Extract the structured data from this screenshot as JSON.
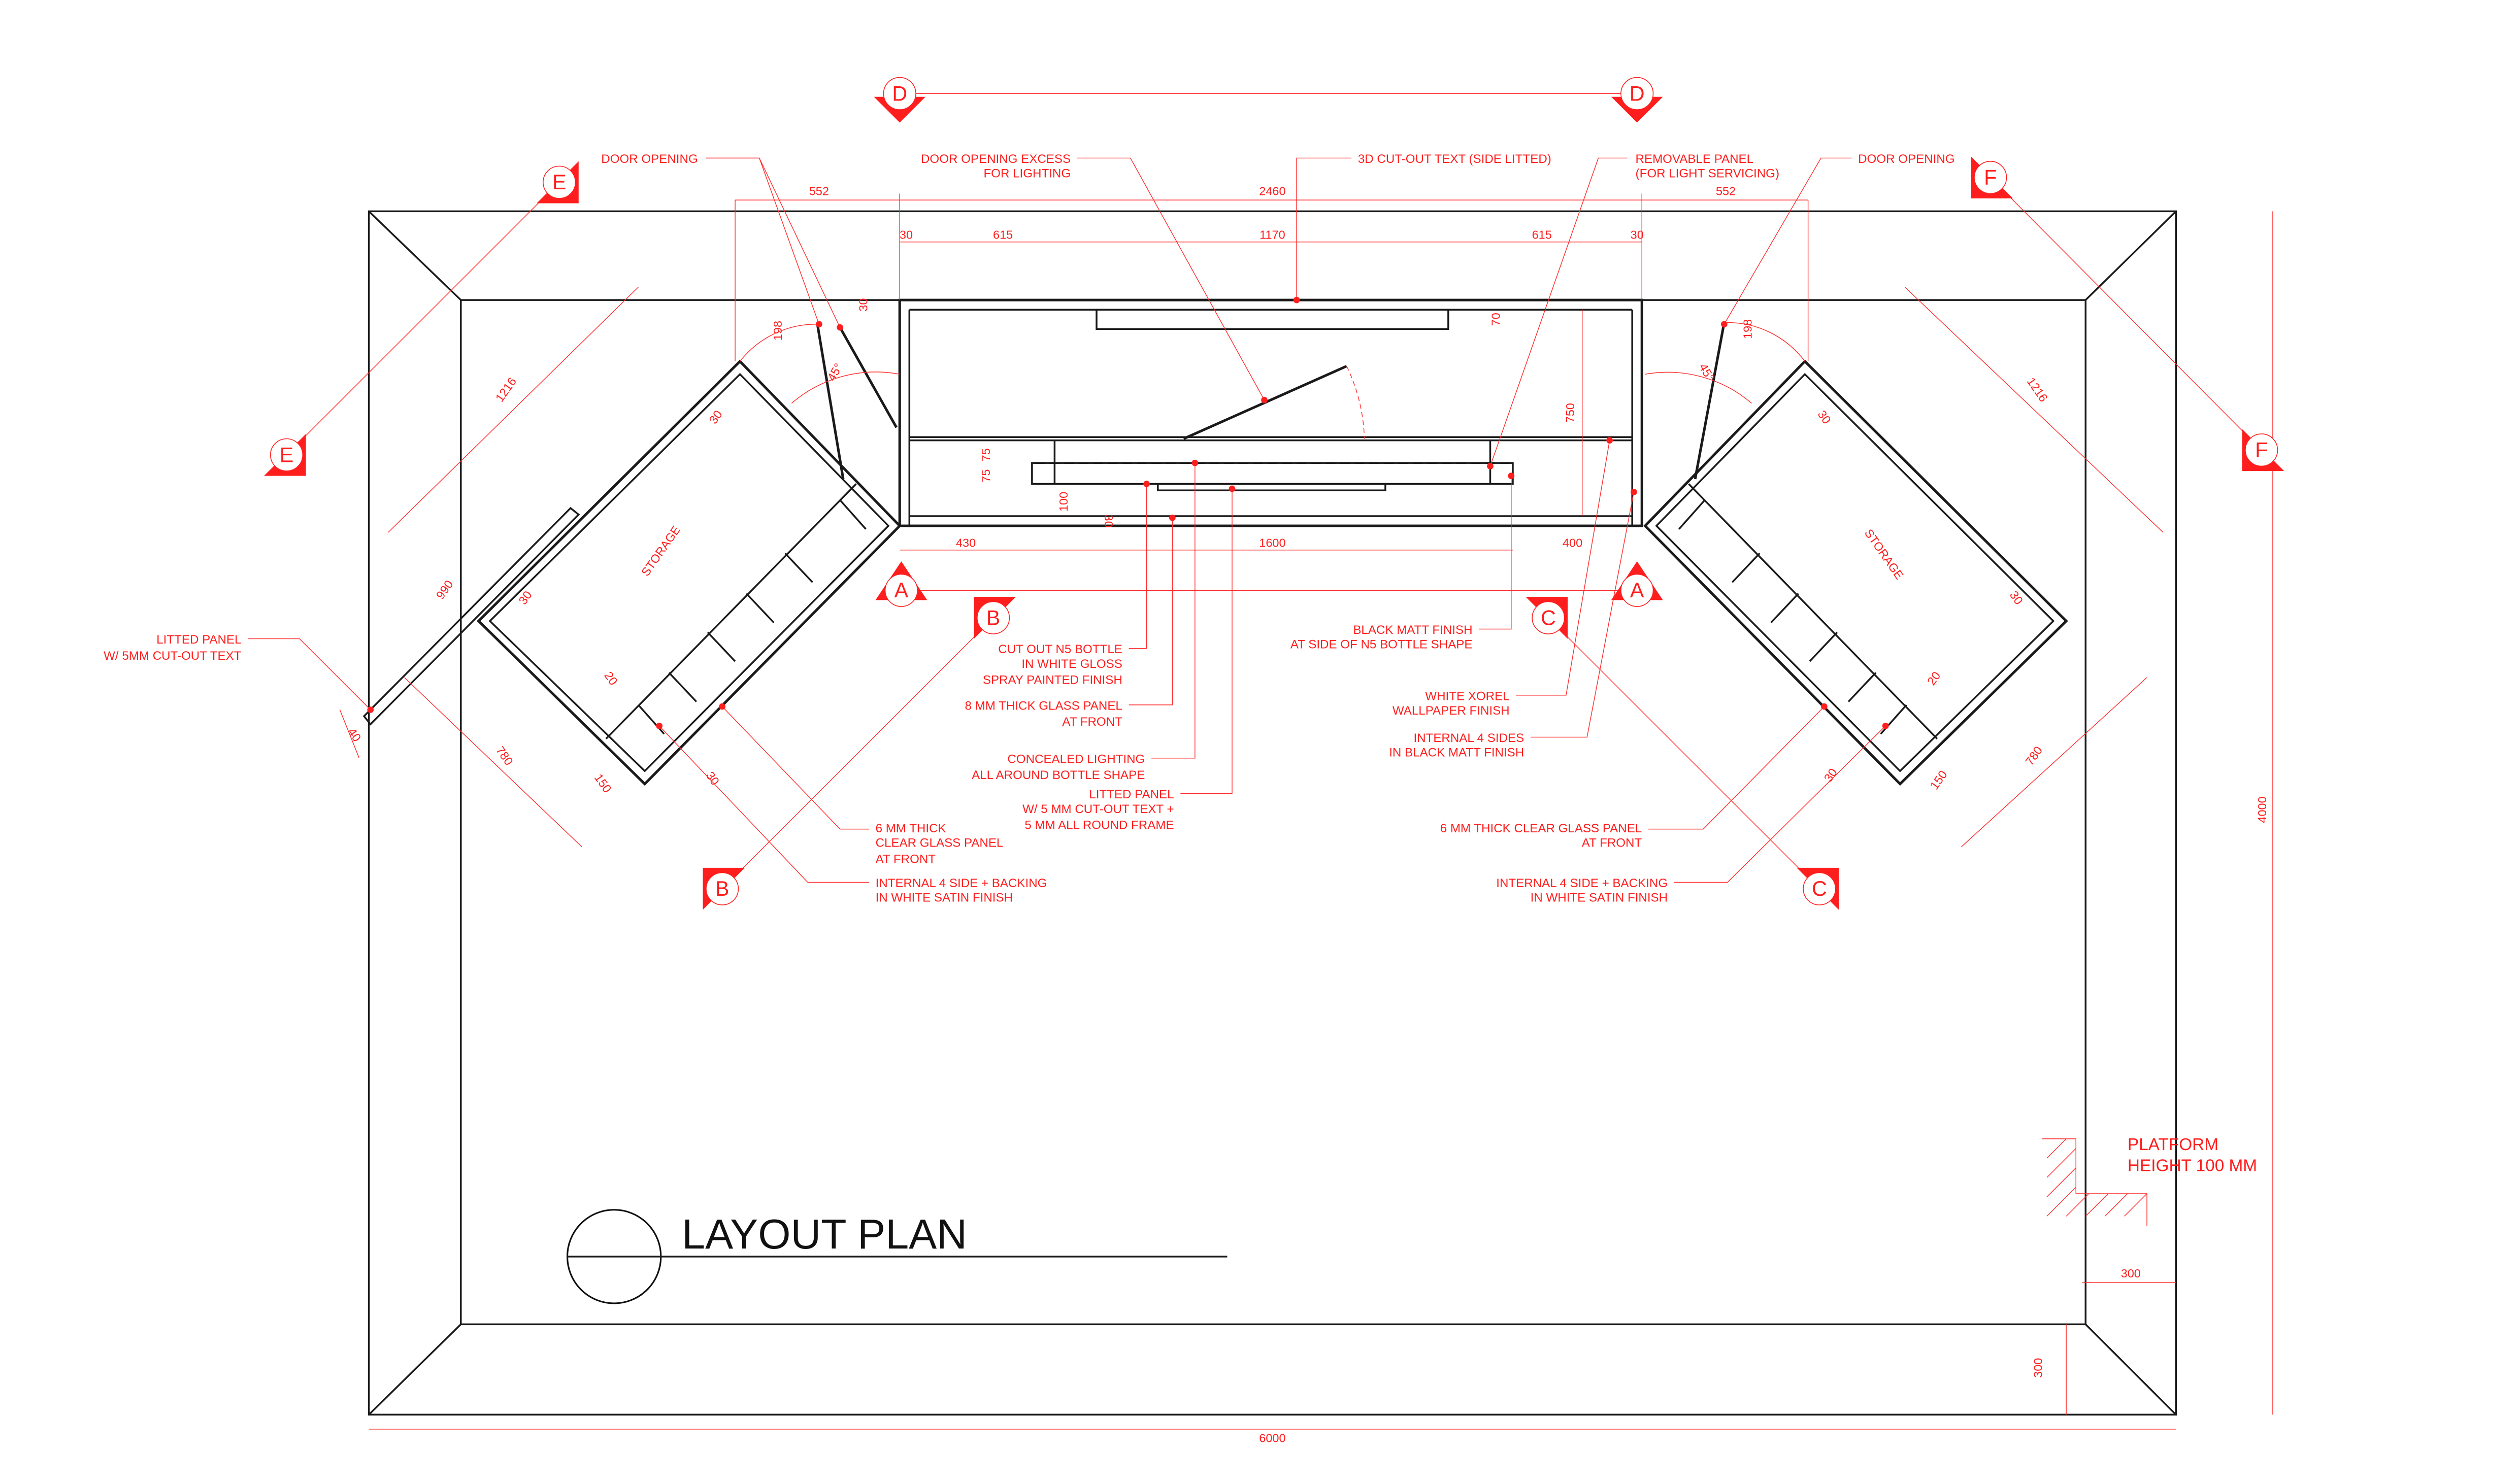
{
  "title": "LAYOUT PLAN",
  "colors": {
    "line": "#1a1a1a",
    "annotation": "#ff1e1e"
  },
  "markers": {
    "A": "A",
    "B": "B",
    "C": "C",
    "D": "D",
    "E": "E",
    "F": "F"
  },
  "storage_label": "STORAGE",
  "dimensions": {
    "top_left_552": "552",
    "top_2460": "2460",
    "top_right_552": "552",
    "top_30_l": "30",
    "top_615_l": "615",
    "top_1170": "1170",
    "top_615_r": "615",
    "top_30_r": "30",
    "bot_430": "430",
    "bot_1600": "1600",
    "bot_400": "400",
    "overall_width": "6000",
    "overall_depth": "4000",
    "platform_300_h": "300",
    "platform_300_v": "300",
    "depth_750": "750",
    "panel_70": "70",
    "d75a": "75",
    "d75b": "75",
    "d100": "100",
    "d30_front": "30",
    "d30_top": "30",
    "door_198_l": "198",
    "door_198_r": "198",
    "angle_l": "45°",
    "angle_r": "45°",
    "storage_1216_l": "1216",
    "storage_1216_r": "1216",
    "s30a_l": "30",
    "s30a_r": "30",
    "panel_990": "990",
    "s30b_l": "30",
    "s30b_r": "30",
    "s20_l": "20",
    "s20_r": "20",
    "panel_40": "40",
    "s780_l": "780",
    "s780_r": "780",
    "s150_l": "150",
    "s150_r": "150",
    "s30c_l": "30",
    "s30c_r": "30"
  },
  "annotations": {
    "door_opening_l": [
      "DOOR OPENING"
    ],
    "door_excess": [
      "DOOR OPENING EXCESS",
      "FOR LIGHTING"
    ],
    "cutout_text": [
      "3D CUT-OUT TEXT (SIDE LITTED)"
    ],
    "removable_panel": [
      "REMOVABLE PANEL",
      "(FOR LIGHT SERVICING)"
    ],
    "door_opening_r": [
      "DOOR OPENING"
    ],
    "litted_panel_l": [
      "LITTED PANEL",
      "W/ 5MM CUT-OUT TEXT"
    ],
    "cutout_bottle": [
      "CUT OUT N5 BOTTLE",
      "IN WHITE GLOSS",
      "SPRAY PAINTED FINISH"
    ],
    "glass_8mm": [
      "8 MM THICK GLASS PANEL",
      "AT FRONT"
    ],
    "concealed": [
      "CONCEALED LIGHTING",
      "ALL AROUND BOTTLE SHAPE"
    ],
    "litted_panel_c": [
      "LITTED PANEL",
      "W/ 5 MM CUT-OUT TEXT +",
      "5 MM ALL ROUND FRAME"
    ],
    "glass_6mm_l": [
      "6 MM THICK",
      "CLEAR GLASS PANEL",
      "AT FRONT"
    ],
    "internal_l": [
      "INTERNAL 4 SIDE + BACKING",
      "IN WHITE SATIN FINISH"
    ],
    "black_matt": [
      "BLACK MATT FINISH",
      "AT SIDE OF N5 BOTTLE SHAPE"
    ],
    "xorel": [
      "WHITE XOREL",
      "WALLPAPER FINISH"
    ],
    "internal_black": [
      "INTERNAL 4 SIDES",
      "IN BLACK MATT FINISH"
    ],
    "glass_6mm_r": [
      "6 MM THICK CLEAR GLASS PANEL",
      "AT FRONT"
    ],
    "internal_r": [
      "INTERNAL 4 SIDE + BACKING",
      "IN WHITE SATIN FINISH"
    ],
    "platform": [
      "PLATFORM",
      "HEIGHT 100 MM"
    ]
  }
}
